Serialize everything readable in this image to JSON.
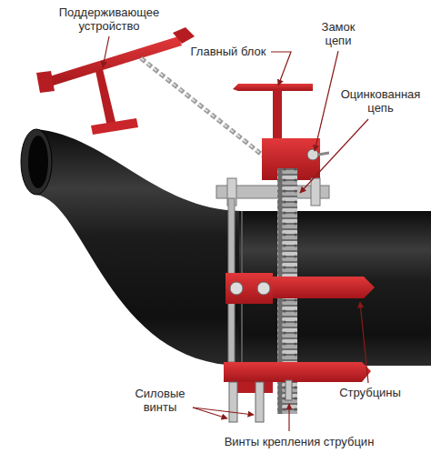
{
  "diagram": {
    "labels": [
      "Поддерживающее устройство",
      "Главный блок",
      "Замок цепи",
      "Оцинкованная цепь",
      "Силовые винты",
      "Струбцины",
      "Винты крепления струбцин"
    ]
  }
}
